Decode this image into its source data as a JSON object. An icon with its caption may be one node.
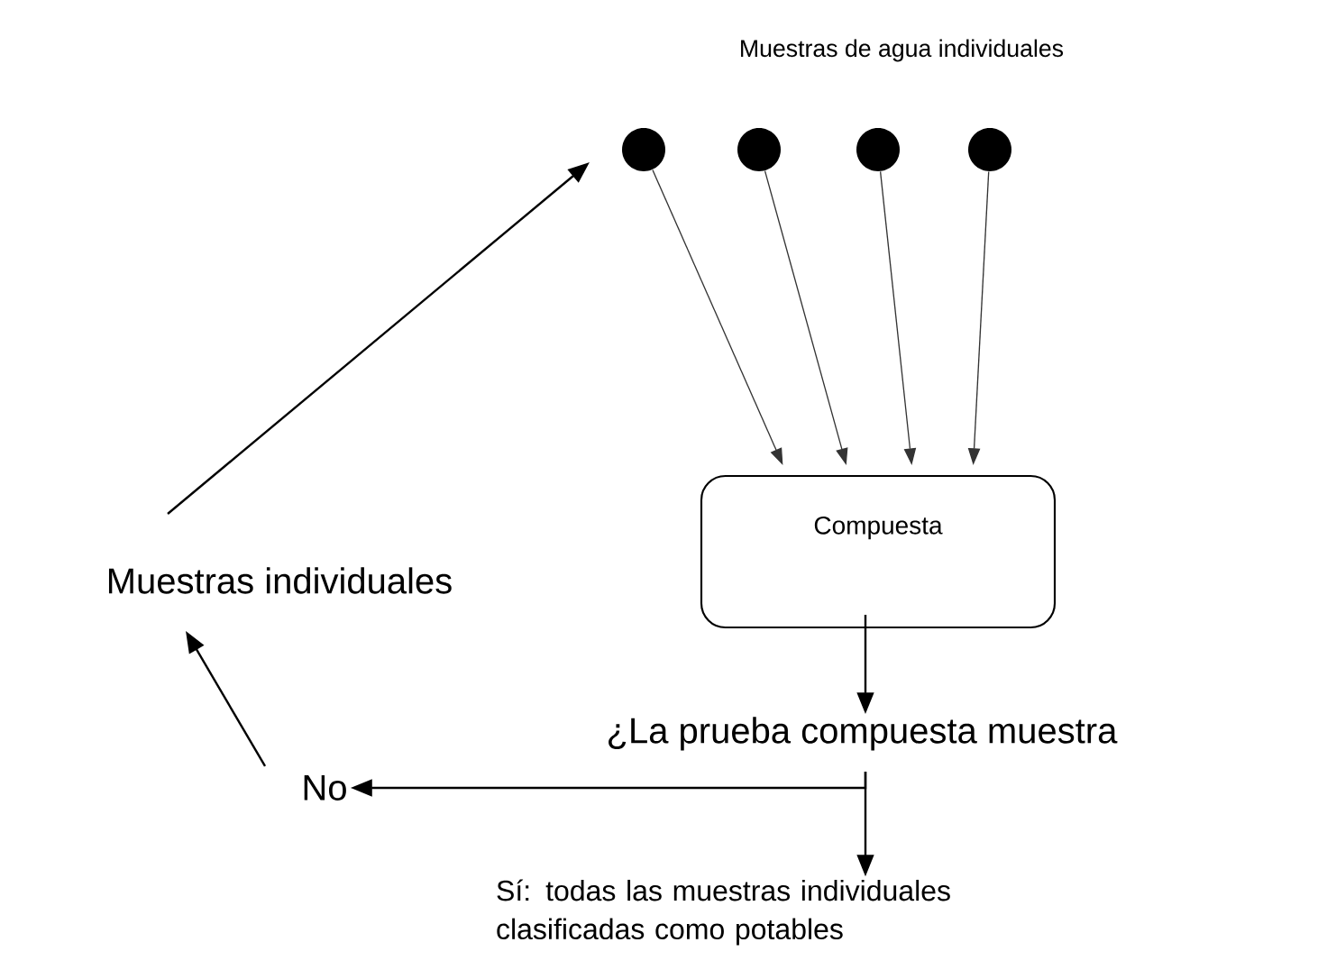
{
  "diagram": {
    "nodes": [
      {
        "text": [],
        "shape": "circle"
      },
      {
        "text": [],
        "shape": "circle"
      },
      {
        "text": [],
        "shape": "circle"
      },
      {
        "text": [],
        "shape": "circle"
      },
      {
        "text": [
          "Compuesta"
        ]
      },
      {
        "text": [
          "¿La prueba compuesta muestra"
        ]
      },
      {
        "text": [
          "No"
        ]
      },
      {
        "text": [
          "Muestras individuales"
        ]
      },
      {
        "text": [
          "Sí: todas las muestras individuales clasificadas como potables"
        ]
      }
    ],
    "edges": [
      {
        "from": 0,
        "to": 4,
        "arrow": "to"
      },
      {
        "from": 1,
        "to": 4,
        "arrow": "to"
      },
      {
        "from": 2,
        "to": 4,
        "arrow": "to"
      },
      {
        "from": 3,
        "to": 4,
        "arrow": "to"
      },
      {
        "from": 4,
        "to": 5,
        "arrow": "to"
      },
      {
        "from": 5,
        "to": 6,
        "arrow": "to"
      },
      {
        "from": 5,
        "to": 8,
        "arrow": "to"
      },
      {
        "from": 6,
        "to": 7,
        "arrow": "to"
      },
      {
        "from": 7,
        "to": 0,
        "arrow": "to"
      }
    ],
    "labels": [
      "Muestras de agua individuales"
    ]
  }
}
